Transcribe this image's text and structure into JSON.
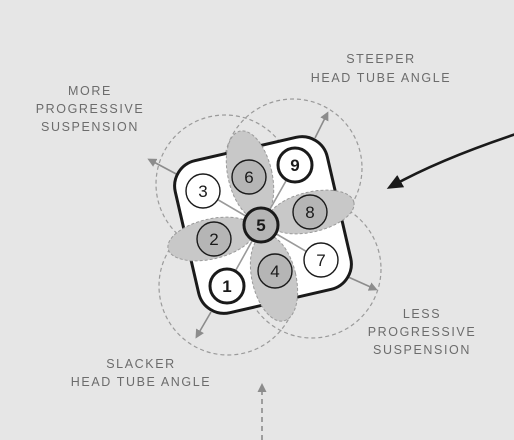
{
  "labels": {
    "steeper": [
      "STEEPER",
      "HEAD TUBE ANGLE"
    ],
    "more_progressive": [
      "MORE",
      "PROGRESSIVE",
      "SUSPENSION"
    ],
    "less_progressive": [
      "LESS",
      "PROGRESSIVE",
      "SUSPENSION"
    ],
    "slacker": [
      "SLACKER",
      "HEAD TUBE ANGLE"
    ]
  },
  "positions": [
    {
      "n": "1",
      "style": "bold"
    },
    {
      "n": "2",
      "style": "shaded"
    },
    {
      "n": "3",
      "style": "plain"
    },
    {
      "n": "4",
      "style": "shaded"
    },
    {
      "n": "5",
      "style": "bold-shaded"
    },
    {
      "n": "6",
      "style": "shaded"
    },
    {
      "n": "7",
      "style": "plain"
    },
    {
      "n": "8",
      "style": "shaded"
    },
    {
      "n": "9",
      "style": "bold"
    }
  ],
  "colors": {
    "background": "#e6e6e6",
    "plate_fill": "#ffffff",
    "stroke": "#1a1a1a",
    "shaded_fill": "#b5b5b5",
    "petal_fill": "#c8c8c8",
    "dashed_circle": "#9a9a9a",
    "arrow_gray": "#8c8c8c",
    "label_text": "#6c6c6c"
  }
}
